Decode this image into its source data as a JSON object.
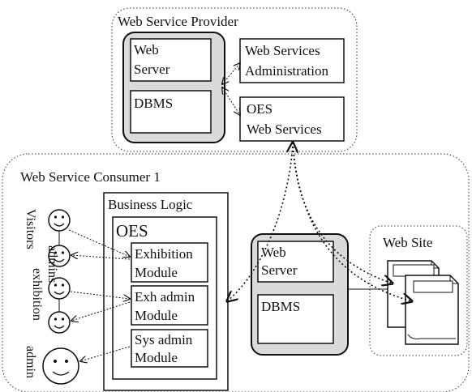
{
  "provider": {
    "title": "Web Service Provider",
    "web_server": [
      "Web",
      "Server"
    ],
    "dbms": "DBMS",
    "admin_service": [
      "Web Services",
      "Administration"
    ],
    "oes_service": [
      "OES",
      "Web Services"
    ]
  },
  "consumer": {
    "title": "Web Service Consumer 1",
    "business_logic": {
      "title": "Business Logic",
      "oes": "OES",
      "modules": {
        "exhibition": [
          "Exhibition",
          "Module"
        ],
        "exh_admin": [
          "Exh admin",
          "Module"
        ],
        "sys_admin": [
          "Sys admin",
          "Module"
        ]
      }
    },
    "web_server": [
      "Web",
      "Server"
    ],
    "dbms": "DBMS",
    "actor_labels": {
      "visitors": "Visitors",
      "exhibition_admins": [
        "exhibition",
        "admins"
      ],
      "admin": "admin"
    }
  },
  "web_site": {
    "title": "Web Site"
  }
}
